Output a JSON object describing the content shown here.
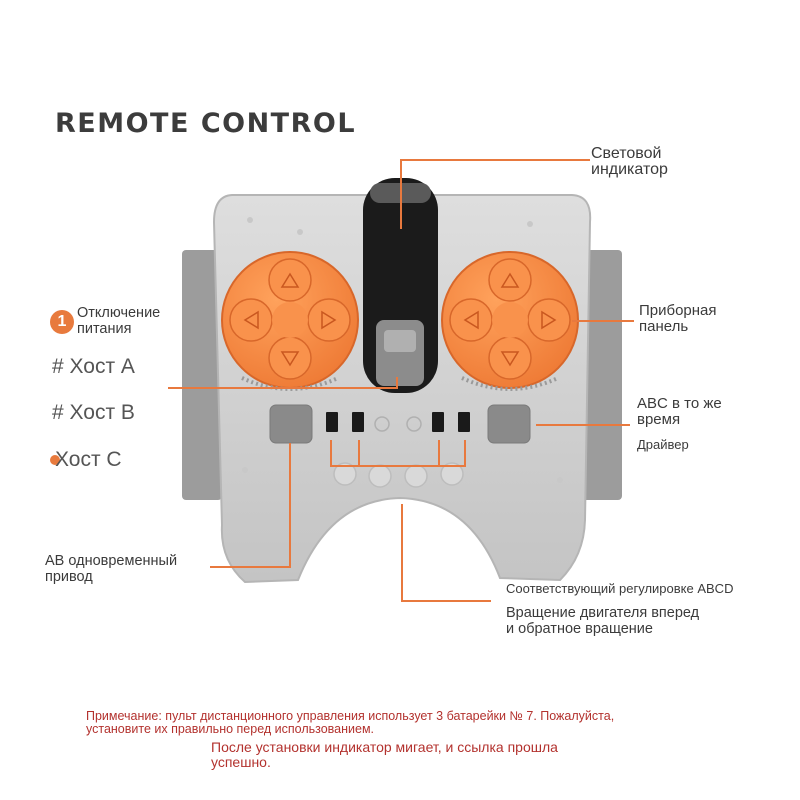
{
  "title": "REMOTE CONTROL",
  "labels": {
    "light_indicator_1": "Световой",
    "light_indicator_2": "индикатор",
    "power_off_num": "1",
    "power_off_1": "Отключение",
    "power_off_2": "питания",
    "host_a": "# Хост А",
    "host_b": "# Хост В",
    "host_c": "Хост С",
    "panel_1": "Приборная",
    "panel_2": "панель",
    "abc_1": "ABC в то же",
    "abc_2": "время",
    "driver": "Драйвер",
    "ab_1": "АВ одновременный",
    "ab_2": "привод",
    "abcd_adjust": "Соответствующий регулировке ABCD",
    "rotation_1": "Вращение двигателя вперед",
    "rotation_2": "и обратное вращение"
  },
  "notes": {
    "line1": "Примечание: пульт дистанционного управления использует 3 батарейки № 7. Пожалуйста,",
    "line2": "установите их правильно перед использованием.",
    "line3": "После установки индикатор мигает, и ссылка прошла",
    "line4": "успешно."
  },
  "colors": {
    "accent": "#e8793e",
    "dpad": "#f5843f",
    "body": "#d2d2d2",
    "note": "#b3322e"
  }
}
